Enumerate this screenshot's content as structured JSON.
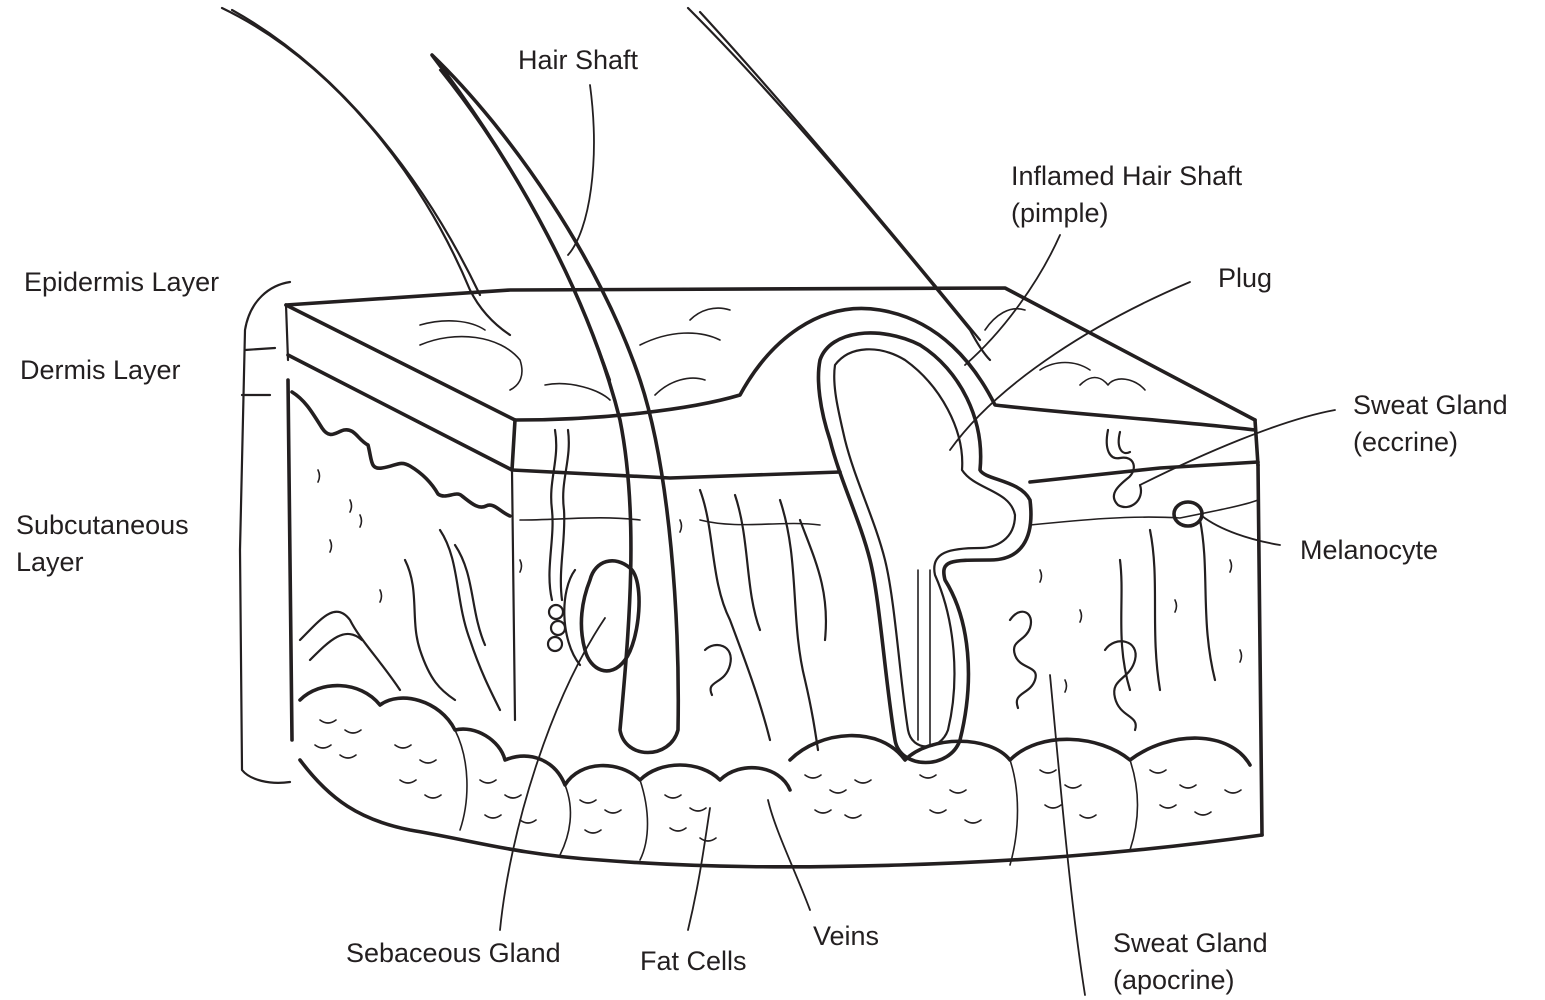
{
  "labels": {
    "hair_shaft": "Hair Shaft",
    "inflamed_line1": "Inflamed Hair Shaft",
    "inflamed_line2": "(pimple)",
    "epidermis": "Epidermis Layer",
    "plug": "Plug",
    "dermis": "Dermis Layer",
    "sweat_eccrine_line1": "Sweat Gland",
    "sweat_eccrine_line2": "(eccrine)",
    "subcutaneous_line1": "Subcutaneous",
    "subcutaneous_line2": "Layer",
    "melanocyte": "Melanocyte",
    "sebaceous": "Sebaceous Gland",
    "fat_cells": "Fat Cells",
    "veins": "Veins",
    "sweat_apocrine_line1": "Sweat Gland",
    "sweat_apocrine_line2": "(apocrine)"
  },
  "colors": {
    "ink": "#231f20",
    "background": "#ffffff"
  }
}
